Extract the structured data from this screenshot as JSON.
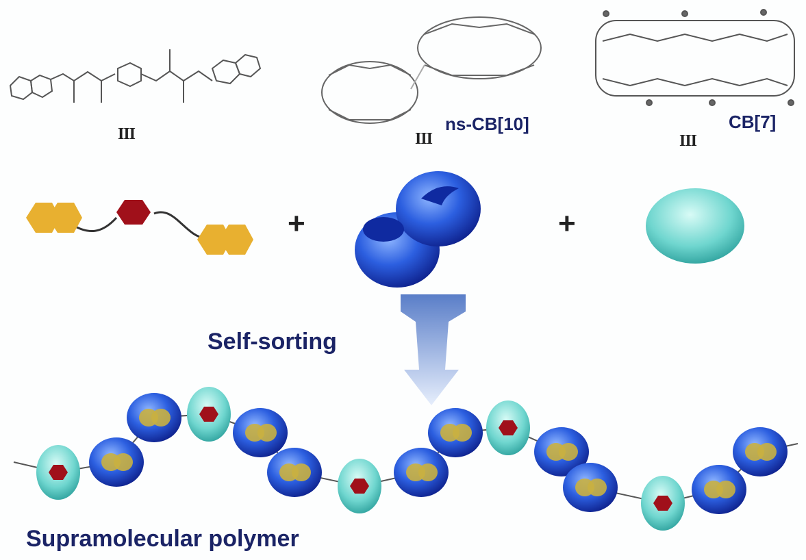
{
  "structures": {
    "guest_label": "III",
    "host1_label": "III",
    "host1_name": "ns-CB[10]",
    "host2_label": "III",
    "host2_name": "CB[7]"
  },
  "operators": {
    "plus1": "+",
    "plus2": "+"
  },
  "process_label": "Self-sorting",
  "product_label": "Supramolecular polymer",
  "colors": {
    "text": "#1b2466",
    "guest_end": "#e8b030",
    "guest_center": "#a0101a",
    "cb10": "#2d5fd6",
    "cb7": "#6fd6cf"
  }
}
